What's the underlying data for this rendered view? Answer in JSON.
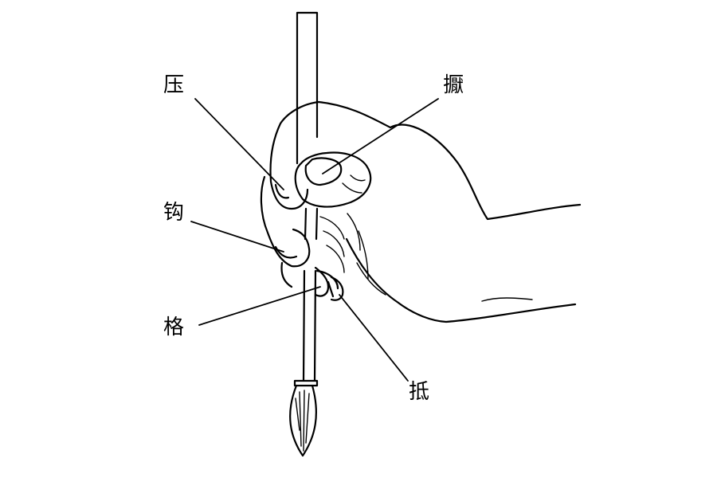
{
  "diagram": {
    "labels": {
      "ya": "压",
      "ye": "擫",
      "gou": "钩",
      "ge": "格",
      "di": "抵"
    },
    "colors": {
      "ink": "#000000",
      "background": "#ffffff"
    }
  }
}
